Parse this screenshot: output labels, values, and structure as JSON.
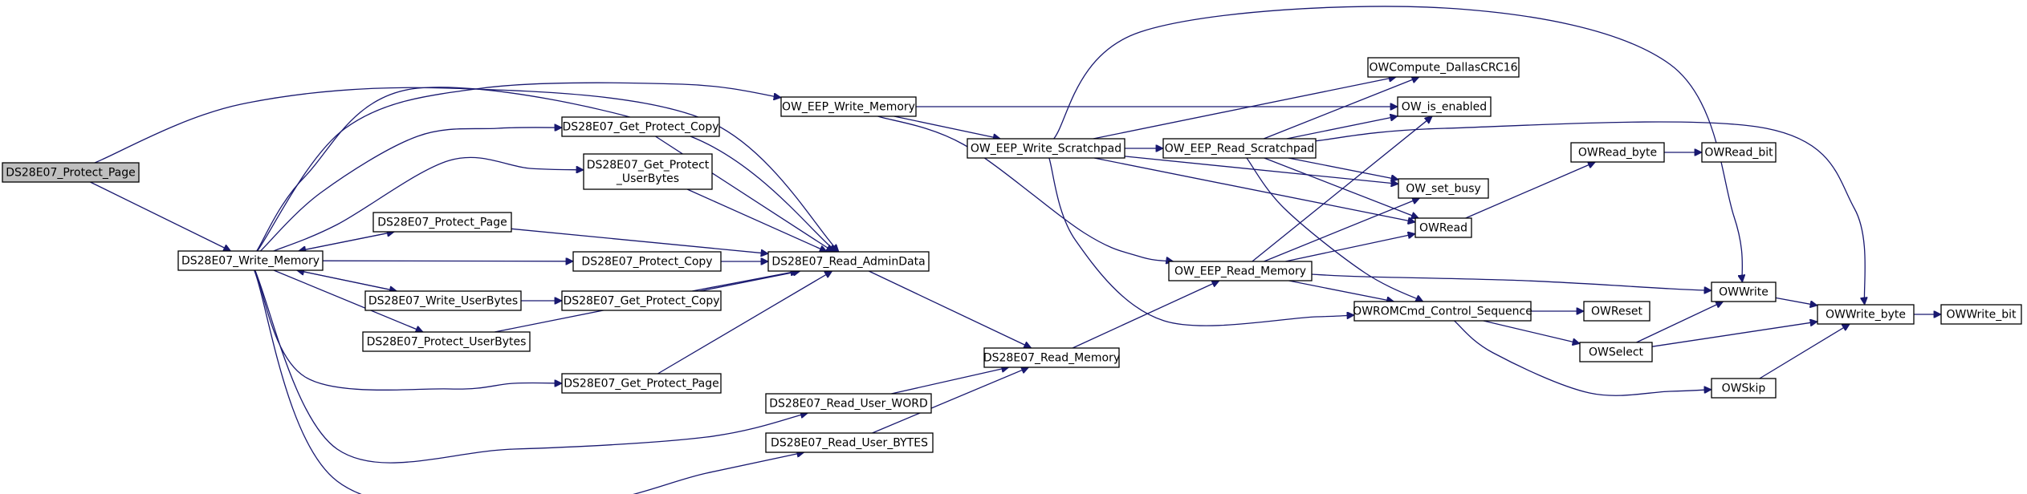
{
  "diagram": {
    "kind": "call-graph",
    "edge_color": "#191970",
    "root_fill": "#bfbfbf",
    "nodes": [
      {
        "id": "ds_protect_page_root",
        "label": "DS28E07_Protect_Page",
        "root": true
      },
      {
        "id": "ds_write_memory",
        "label": "DS28E07_Write_Memory"
      },
      {
        "id": "ow_eep_write_memory",
        "label": "OW_EEP_Write_Memory"
      },
      {
        "id": "ds_get_protect_copy_a",
        "label": "DS28E07_Get_Protect_Copy"
      },
      {
        "id": "ds_get_protect_userbytes",
        "label": [
          "DS28E07_Get_Protect",
          "_UserBytes"
        ]
      },
      {
        "id": "ds_protect_page",
        "label": "DS28E07_Protect_Page"
      },
      {
        "id": "ds_protect_copy",
        "label": "DS28E07_Protect_Copy"
      },
      {
        "id": "ds_write_userbytes",
        "label": "DS28E07_Write_UserBytes"
      },
      {
        "id": "ds_get_protect_copy_b",
        "label": "DS28E07_Get_Protect_Copy"
      },
      {
        "id": "ds_protect_userbytes",
        "label": "DS28E07_Protect_UserBytes"
      },
      {
        "id": "ds_get_protect_page",
        "label": "DS28E07_Get_Protect_Page"
      },
      {
        "id": "ds_read_admindata",
        "label": "DS28E07_Read_AdminData"
      },
      {
        "id": "ds_read_user_word",
        "label": "DS28E07_Read_User_WORD"
      },
      {
        "id": "ds_read_user_bytes",
        "label": "DS28E07_Read_User_BYTES"
      },
      {
        "id": "ds_read_memory",
        "label": "DS28E07_Read_Memory"
      },
      {
        "id": "ow_eep_write_scratchpad",
        "label": "OW_EEP_Write_Scratchpad"
      },
      {
        "id": "ow_eep_read_scratchpad",
        "label": "OW_EEP_Read_Scratchpad"
      },
      {
        "id": "ow_eep_read_memory",
        "label": "OW_EEP_Read_Memory"
      },
      {
        "id": "owcompute_crc16",
        "label": "OWCompute_DallasCRC16"
      },
      {
        "id": "ow_is_enabled",
        "label": "OW_is_enabled"
      },
      {
        "id": "ow_set_busy",
        "label": "OW_set_busy"
      },
      {
        "id": "owread",
        "label": "OWRead"
      },
      {
        "id": "owromcmd_control",
        "label": "OWROMCmd_Control_Sequence"
      },
      {
        "id": "owread_byte",
        "label": "OWRead_byte"
      },
      {
        "id": "owread_bit",
        "label": "OWRead_bit"
      },
      {
        "id": "owreset",
        "label": "OWReset"
      },
      {
        "id": "owselect",
        "label": "OWSelect"
      },
      {
        "id": "owskip",
        "label": "OWSkip"
      },
      {
        "id": "owwrite",
        "label": "OWWrite"
      },
      {
        "id": "owwrite_byte",
        "label": "OWWrite_byte"
      },
      {
        "id": "owwrite_bit",
        "label": "OWWrite_bit"
      }
    ],
    "edges": [
      [
        "ds_protect_page_root",
        "ds_write_memory"
      ],
      [
        "ds_protect_page_root",
        "ds_read_admindata"
      ],
      [
        "ds_write_memory",
        "ow_eep_write_memory"
      ],
      [
        "ds_write_memory",
        "ds_get_protect_copy_a"
      ],
      [
        "ds_write_memory",
        "ds_get_protect_userbytes"
      ],
      [
        "ds_write_memory",
        "ds_protect_page"
      ],
      [
        "ds_write_memory",
        "ds_protect_copy"
      ],
      [
        "ds_write_memory",
        "ds_write_userbytes"
      ],
      [
        "ds_write_memory",
        "ds_protect_userbytes"
      ],
      [
        "ds_write_memory",
        "ds_get_protect_page"
      ],
      [
        "ds_write_memory",
        "ds_read_user_word"
      ],
      [
        "ds_write_memory",
        "ds_read_user_bytes"
      ],
      [
        "ds_write_memory",
        "ds_read_admindata"
      ],
      [
        "ds_protect_page",
        "ds_write_memory"
      ],
      [
        "ds_protect_page",
        "ds_read_admindata"
      ],
      [
        "ds_write_userbytes",
        "ds_write_memory"
      ],
      [
        "ds_write_userbytes",
        "ds_get_protect_copy_b"
      ],
      [
        "ds_get_protect_copy_a",
        "ds_read_admindata"
      ],
      [
        "ds_get_protect_userbytes",
        "ds_read_admindata"
      ],
      [
        "ds_protect_copy",
        "ds_read_admindata"
      ],
      [
        "ds_get_protect_copy_b",
        "ds_read_admindata"
      ],
      [
        "ds_protect_userbytes",
        "ds_read_admindata"
      ],
      [
        "ds_get_protect_page",
        "ds_read_admindata"
      ],
      [
        "ds_read_admindata",
        "ds_read_memory"
      ],
      [
        "ds_read_user_word",
        "ds_read_memory"
      ],
      [
        "ds_read_user_bytes",
        "ds_read_memory"
      ],
      [
        "ds_read_memory",
        "ow_eep_read_memory"
      ],
      [
        "ow_eep_write_memory",
        "ow_is_enabled"
      ],
      [
        "ow_eep_write_memory",
        "ow_eep_write_scratchpad"
      ],
      [
        "ow_eep_write_memory",
        "ow_eep_read_memory"
      ],
      [
        "ow_eep_write_scratchpad",
        "owcompute_crc16"
      ],
      [
        "ow_eep_write_scratchpad",
        "ow_eep_read_scratchpad"
      ],
      [
        "ow_eep_write_scratchpad",
        "ow_set_busy"
      ],
      [
        "ow_eep_write_scratchpad",
        "owread"
      ],
      [
        "ow_eep_write_scratchpad",
        "owromcmd_control"
      ],
      [
        "ow_eep_write_scratchpad",
        "owwrite"
      ],
      [
        "ow_eep_read_scratchpad",
        "owcompute_crc16"
      ],
      [
        "ow_eep_read_scratchpad",
        "ow_is_enabled"
      ],
      [
        "ow_eep_read_scratchpad",
        "ow_set_busy"
      ],
      [
        "ow_eep_read_scratchpad",
        "owread"
      ],
      [
        "ow_eep_read_scratchpad",
        "owromcmd_control"
      ],
      [
        "ow_eep_read_scratchpad",
        "owwrite_byte"
      ],
      [
        "ow_eep_read_memory",
        "ow_is_enabled"
      ],
      [
        "ow_eep_read_memory",
        "ow_set_busy"
      ],
      [
        "ow_eep_read_memory",
        "owread"
      ],
      [
        "ow_eep_read_memory",
        "owromcmd_control"
      ],
      [
        "ow_eep_read_memory",
        "owwrite"
      ],
      [
        "owread",
        "owread_byte"
      ],
      [
        "owread_byte",
        "owread_bit"
      ],
      [
        "owromcmd_control",
        "owreset"
      ],
      [
        "owromcmd_control",
        "owselect"
      ],
      [
        "owromcmd_control",
        "owskip"
      ],
      [
        "owselect",
        "owwrite"
      ],
      [
        "owselect",
        "owwrite_byte"
      ],
      [
        "owskip",
        "owwrite_byte"
      ],
      [
        "owwrite",
        "owwrite_byte"
      ],
      [
        "owwrite_byte",
        "owwrite_bit"
      ]
    ]
  }
}
